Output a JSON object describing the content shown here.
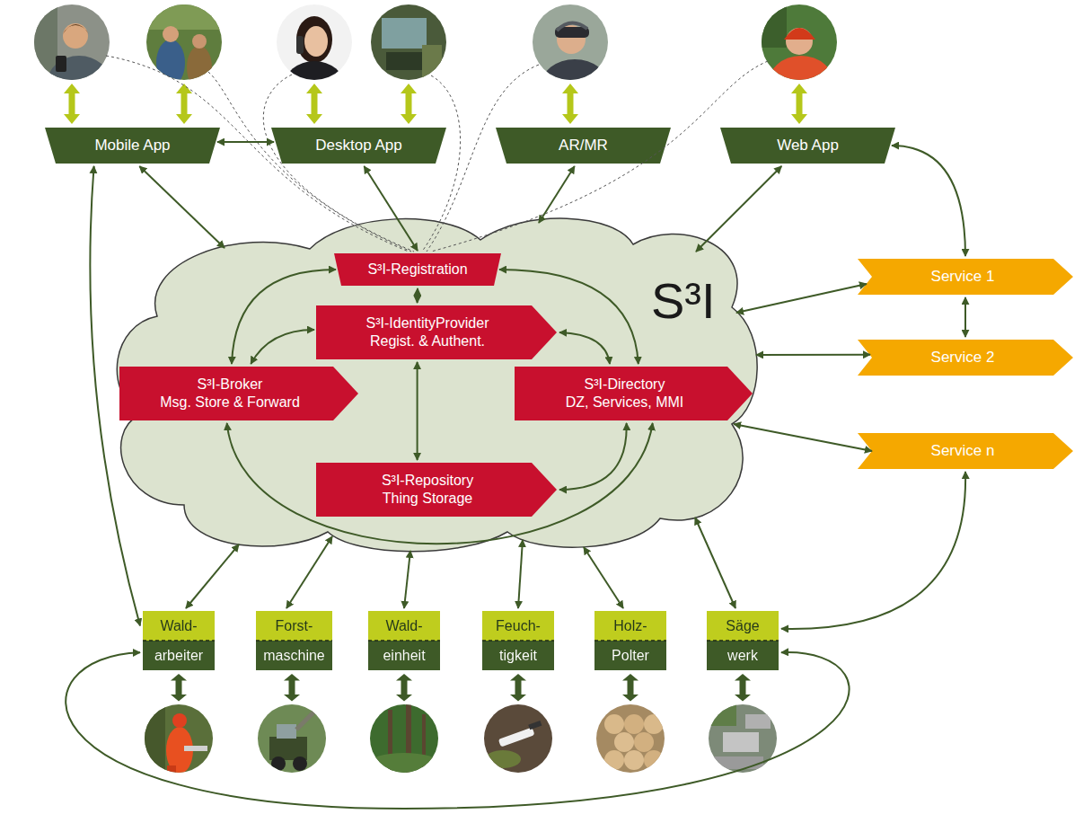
{
  "diagram": {
    "nodes": [
      {
        "text": [
          "Mobile App"
        ]
      },
      {
        "text": [
          "Desktop App"
        ]
      },
      {
        "text": [
          "AR/MR"
        ]
      },
      {
        "text": [
          "Web App"
        ]
      },
      {
        "text": [
          "S³I"
        ]
      },
      {
        "text": [
          "S³I-Registration"
        ],
        "in": 4
      },
      {
        "text": [
          "S³I-IdentityProvider",
          "Regist. & Authent."
        ],
        "in": 4
      },
      {
        "text": [
          "S³I-Broker",
          "Msg. Store & Forward"
        ],
        "in": 4
      },
      {
        "text": [
          "S³I-Directory",
          "DZ, Services, MMI"
        ],
        "in": 4
      },
      {
        "text": [
          "S³I-Repository",
          "Thing Storage"
        ],
        "in": 4
      },
      {
        "text": [
          "Service 1"
        ]
      },
      {
        "text": [
          "Service 2"
        ]
      },
      {
        "text": [
          "Service n"
        ]
      },
      {
        "text": [
          "Wald- arbeiter"
        ]
      },
      {
        "text": [
          "Forst- maschine"
        ]
      },
      {
        "text": [
          "Wald- einheit"
        ]
      },
      {
        "text": [
          "Feuch- tigkeit"
        ]
      },
      {
        "text": [
          "Holz- Polter"
        ]
      },
      {
        "text": [
          "Säge werk"
        ]
      }
    ],
    "edges": [
      {
        "from": 0,
        "to": 1,
        "arrow": "both"
      },
      {
        "from": 0,
        "to": 4,
        "arrow": "both"
      },
      {
        "from": 1,
        "to": 5,
        "arrow": "both"
      },
      {
        "from": 2,
        "to": 4,
        "arrow": "both"
      },
      {
        "from": 3,
        "to": 4,
        "arrow": "both"
      },
      {
        "from": 3,
        "to": 10,
        "arrow": "both"
      },
      {
        "from": 4,
        "to": 10,
        "arrow": "both"
      },
      {
        "from": 10,
        "to": 11,
        "arrow": "both"
      },
      {
        "from": 4,
        "to": 11,
        "arrow": "both"
      },
      {
        "from": 4,
        "to": 12,
        "arrow": "both"
      },
      {
        "from": 12,
        "to": 18,
        "arrow": "both"
      },
      {
        "from": 0,
        "to": 13,
        "arrow": "both"
      },
      {
        "from": 5,
        "to": 6,
        "arrow": "both"
      },
      {
        "from": 5,
        "to": 7,
        "arrow": "both"
      },
      {
        "from": 5,
        "to": 8,
        "arrow": "both"
      },
      {
        "from": 6,
        "to": 7,
        "arrow": "both"
      },
      {
        "from": 6,
        "to": 8,
        "arrow": "both"
      },
      {
        "from": 6,
        "to": 9,
        "arrow": "both"
      },
      {
        "from": 9,
        "to": 8,
        "arrow": "both"
      },
      {
        "from": 7,
        "to": 8,
        "arrow": "both"
      },
      {
        "from": 4,
        "to": 13,
        "arrow": "both"
      },
      {
        "from": 4,
        "to": 14,
        "arrow": "both"
      },
      {
        "from": 4,
        "to": 15,
        "arrow": "both"
      },
      {
        "from": 4,
        "to": 16,
        "arrow": "both"
      },
      {
        "from": 4,
        "to": 17,
        "arrow": "both"
      },
      {
        "from": 4,
        "to": 18,
        "arrow": "both"
      },
      {
        "from": 13,
        "to": 18,
        "arrow": "both"
      }
    ]
  }
}
